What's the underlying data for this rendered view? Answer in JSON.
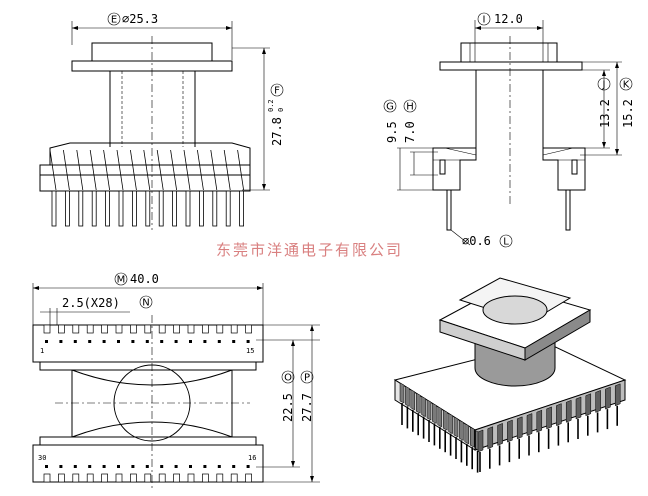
{
  "dimensions": {
    "E": {
      "letter": "E",
      "value": "⌀25.3"
    },
    "F": {
      "letter": "F",
      "value": "27.8",
      "tol_upper": "0.2",
      "tol_lower": "0"
    },
    "I": {
      "letter": "I",
      "value": "12.0"
    },
    "J": {
      "letter": "J",
      "value": "13.2"
    },
    "K": {
      "letter": "K",
      "value": "15.2"
    },
    "G": {
      "letter": "G",
      "value": "9.5"
    },
    "H": {
      "letter": "H",
      "value": "7.0"
    },
    "L": {
      "letter": "L",
      "value": "⌀0.6"
    },
    "M": {
      "letter": "M",
      "value": "40.0"
    },
    "N": {
      "letter": "N",
      "value": "2.5(X28)"
    },
    "O": {
      "letter": "O",
      "value": "22.5"
    },
    "P": {
      "letter": "P",
      "value": "27.7"
    }
  },
  "pin_labels": {
    "p1": "1",
    "p15": "15",
    "p30": "30",
    "p16": "16"
  },
  "watermark": "东莞市洋通电子有限公司",
  "colors": {
    "line": "#000000",
    "watermark": "#d98080"
  }
}
